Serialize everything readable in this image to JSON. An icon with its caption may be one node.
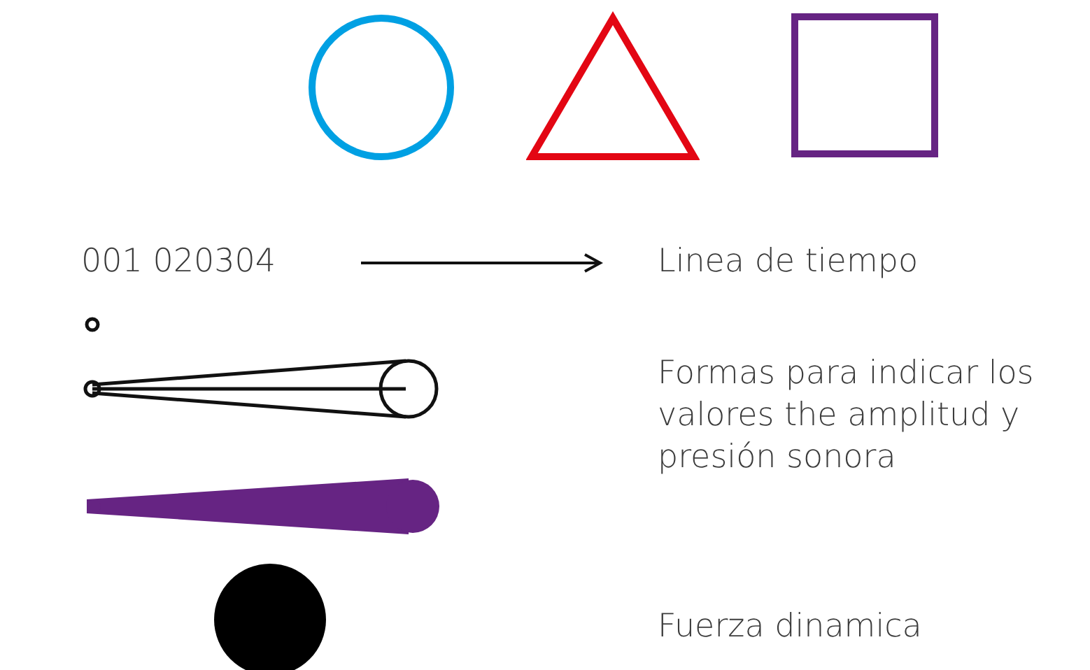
{
  "diagram": {
    "nodes": [
      {
        "text": [],
        "shape": "circle"
      },
      {
        "text": [],
        "shape": "triangle"
      },
      {
        "text": [],
        "shape": "box"
      },
      {
        "text": [
          "001 020304"
        ]
      },
      {
        "text": [
          "Linea de tiempo"
        ]
      }
    ],
    "edges": [
      {
        "from": 3,
        "to": 4,
        "arrow": "to"
      }
    ],
    "labels": [
      "Formas para indicar los valores the amplitud y presión sonora",
      "Fuerza dinamica"
    ]
  }
}
